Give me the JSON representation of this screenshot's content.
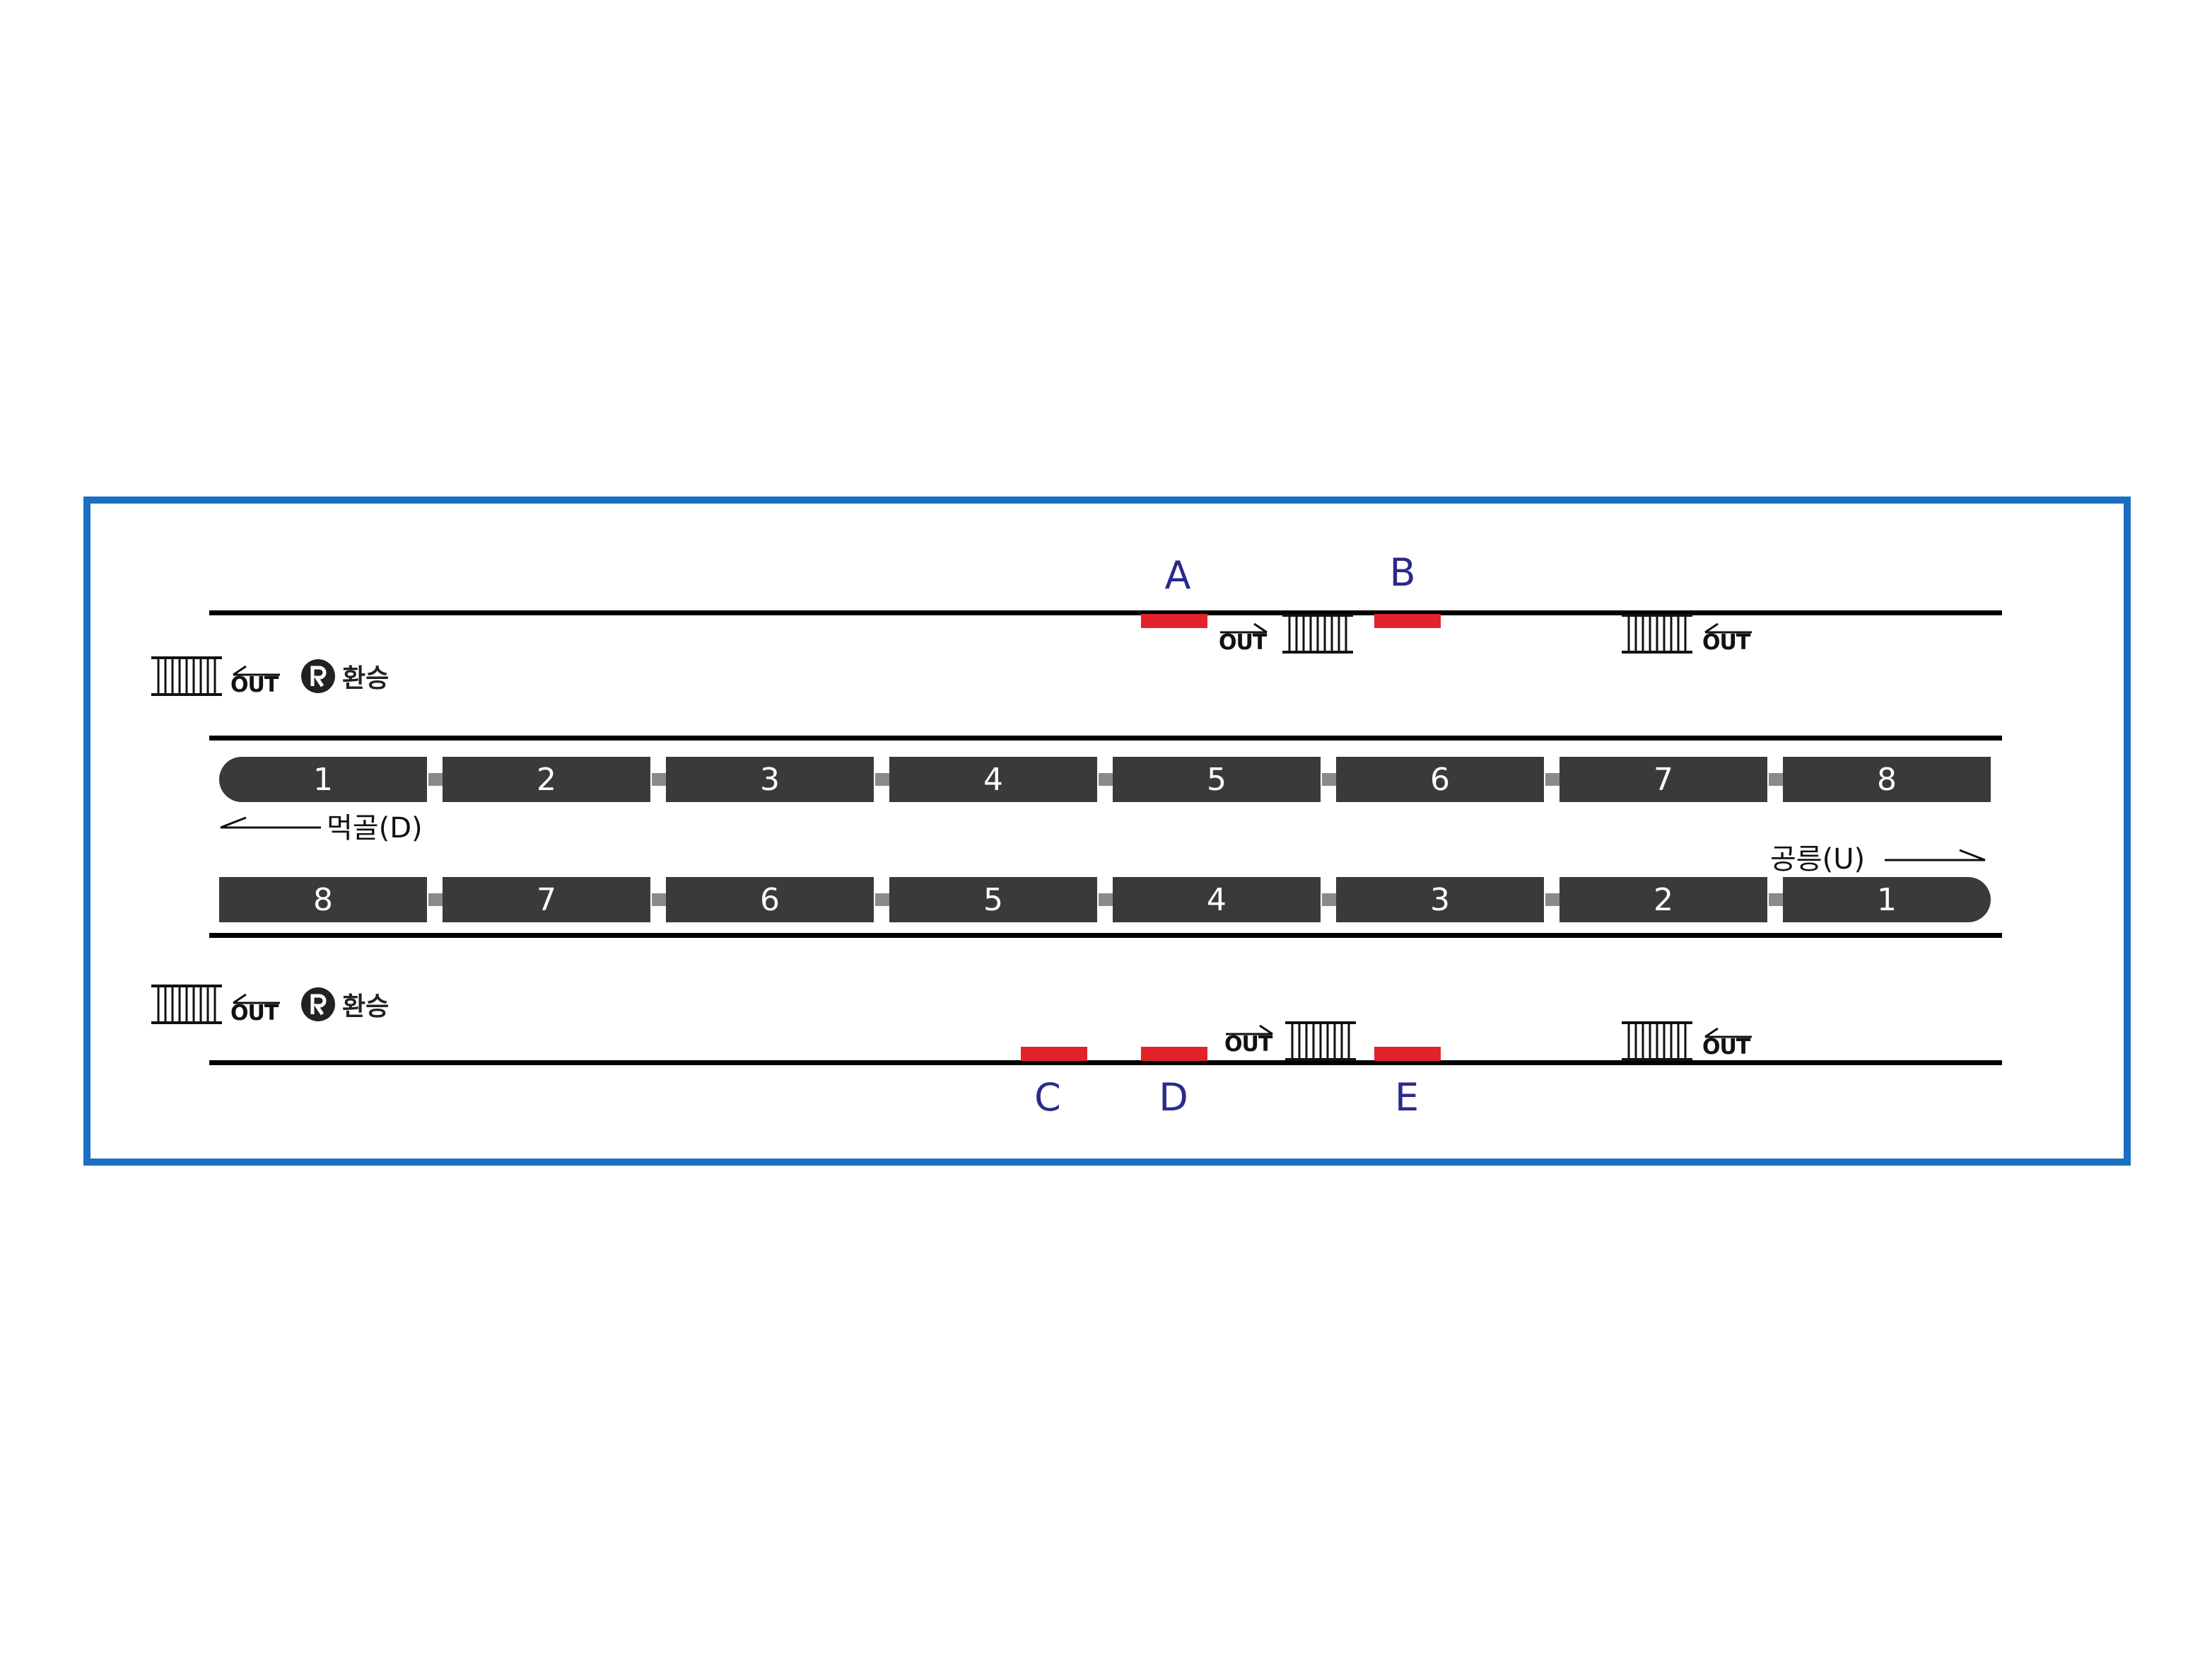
{
  "colors": {
    "frame": "#1b6fc2",
    "exit_marker": "#e3232b",
    "exit_label": "#2a2a8a",
    "car": "#3a3a3c"
  },
  "upper_train": {
    "cars": [
      "1",
      "2",
      "3",
      "4",
      "5",
      "6",
      "7",
      "8"
    ]
  },
  "lower_train": {
    "cars": [
      "8",
      "7",
      "6",
      "5",
      "4",
      "3",
      "2",
      "1"
    ]
  },
  "directions": {
    "down": "먹골(D)",
    "up": "공릉(U)"
  },
  "exits": {
    "a": "A",
    "b": "B",
    "c": "C",
    "d": "D",
    "e": "E"
  },
  "out_label": "OUT",
  "transfer_label": "환승",
  "icons": [
    "ticket-gate-icon",
    "out-arrow-icon",
    "transfer-icon"
  ]
}
